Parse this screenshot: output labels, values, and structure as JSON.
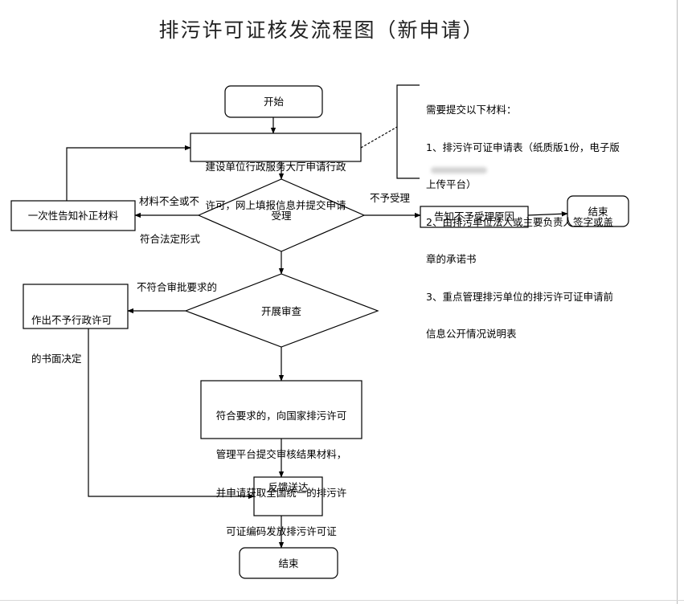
{
  "title": "排污许可证核发流程图（新申请）",
  "nodes": {
    "start": "开始",
    "apply": [
      "建设单位行政服务大厅申请行政",
      "许可，网上填报信息并提交申请"
    ],
    "accept": "受理",
    "supplement": "一次性告知补正材料",
    "reject_notice": "告知不予受理原因",
    "end_reject": "结束",
    "review": "开展审查",
    "deny_decision": [
      "作出不予行政许可",
      "的书面决定"
    ],
    "approve": [
      "符合要求的，向国家排污许可",
      "管理平台提交审核结果材料，",
      "并申请获取全国统一的排污许",
      "可证编码发放排污许可证"
    ],
    "deliver": "反馈送达",
    "end": "结束"
  },
  "edge_labels": {
    "incomplete": [
      "材料不全或不",
      "符合法定形式"
    ],
    "not_accepted": "不予受理",
    "not_compliant": "不符合审批要求的"
  },
  "note": {
    "heading": "需要提交以下材料：",
    "lines": [
      "1、排污许可证申请表（纸质版1份，电子版",
      "上传平台）",
      "2、由排污单位法人或主要负责人签字或盖",
      "章的承诺书",
      "3、重点管理排污单位的排污许可证申请前",
      "信息公开情况说明表"
    ]
  }
}
